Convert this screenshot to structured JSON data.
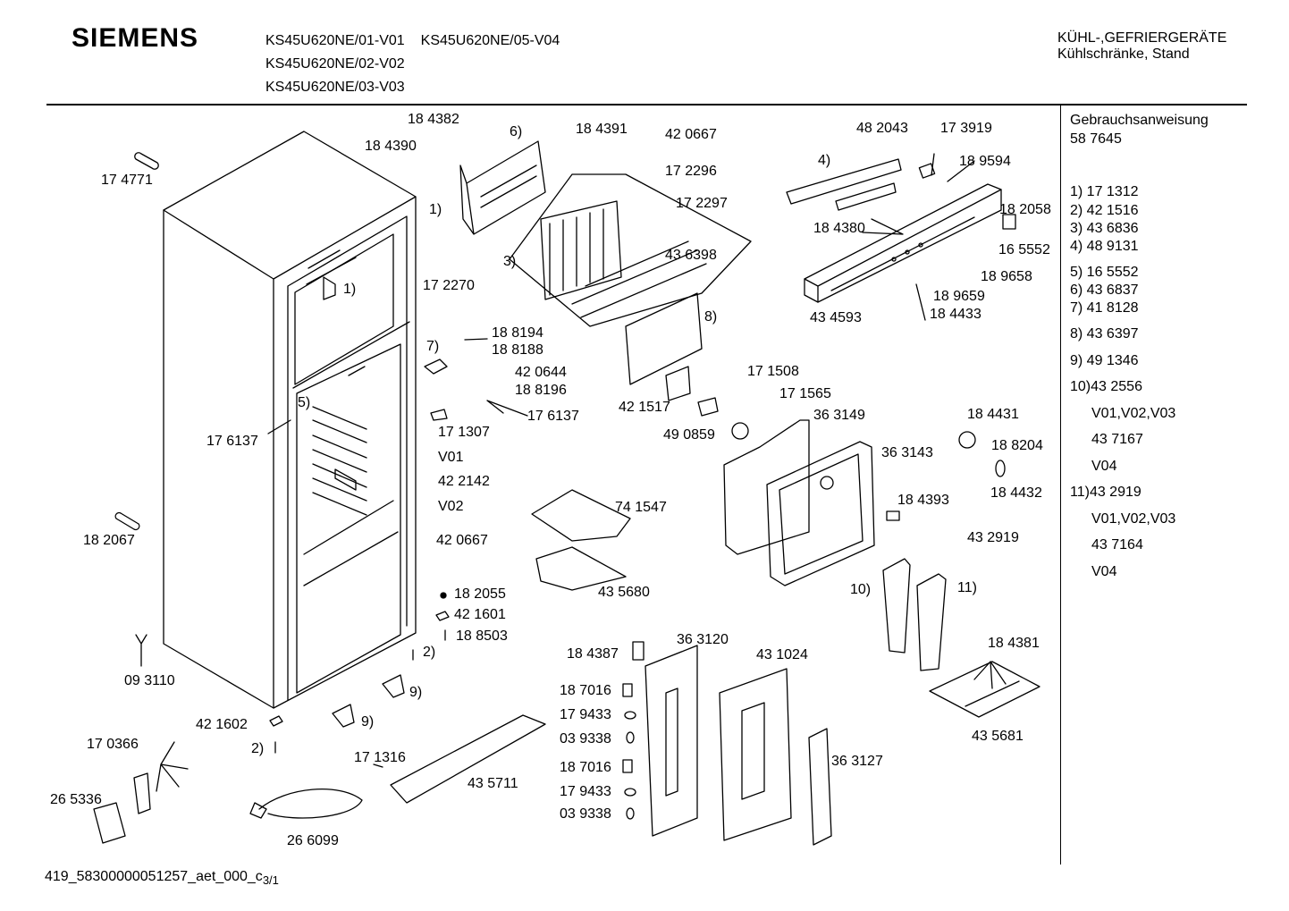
{
  "header": {
    "brand": "SIEMENS",
    "models": [
      "KS45U620NE/01-V01",
      "KS45U620NE/05-V04",
      "KS45U620NE/02-V02",
      "KS45U620NE/03-V03"
    ],
    "category_line1": "KÜHL-,GEFRIERGERÄTE",
    "category_line2": "Kühlschränke, Stand"
  },
  "legend": {
    "manual_label": "Gebrauchsanweisung",
    "manual_number": "58 7645",
    "entries": [
      "1) 17 1312",
      "2) 42 1516",
      "3) 43 6836",
      "4) 48 9131",
      "5) 16 5552",
      "6) 43 6837",
      "7) 41 8128",
      "8) 43 6397",
      "9) 49 1346",
      "10)43 2556",
      "V01,V02,V03",
      "43 7167",
      "V04",
      "11)43 2919",
      "V01,V02,V03",
      "43 7164",
      "V04"
    ]
  },
  "parts": [
    "18 4382",
    "18 4390",
    "6)",
    "18 4391",
    "42 0667",
    "17 2296",
    "17 2297",
    "48 2043",
    "17 3919",
    "18 9594",
    "4)",
    "18 2058",
    "18 4380",
    "16 5552",
    "18 9658",
    "18 9659",
    "18 4433",
    "43 4593",
    "17 4771",
    "1)",
    "17 2270",
    "3)",
    "43 6398",
    "8)",
    "1)",
    "18 8194",
    "7)",
    "18 8188",
    "42 0644",
    "18 8196",
    "17 6137",
    "5)",
    "17 6137",
    "17 1307",
    "V01",
    "42 2142",
    "V02",
    "42 1517",
    "17 1508",
    "17 1565",
    "49 0859",
    "36 3149",
    "18 4431",
    "18 8204",
    "36 3143",
    "18 4432",
    "18 4393",
    "43 2919",
    "74 1547",
    "42 0667",
    "43 5680",
    "18 2067",
    "18 2055",
    "42 1601",
    "18 8503",
    "2)",
    "10)",
    "11)",
    "09 3110",
    "9)",
    "18 4381",
    "18 4387",
    "36 3120",
    "43 1024",
    "42 1602",
    "9)",
    "18 7016",
    "17 9433",
    "03 9338",
    "43 5681",
    "17 0366",
    "2)",
    "17 1316",
    "43 5711",
    "18 7016",
    "36 3127",
    "17 9433",
    "26 5336",
    "03 9338",
    "26 6099"
  ],
  "footer": {
    "code": "419_58300000051257_aet_000_c",
    "sheet": "3/1"
  }
}
